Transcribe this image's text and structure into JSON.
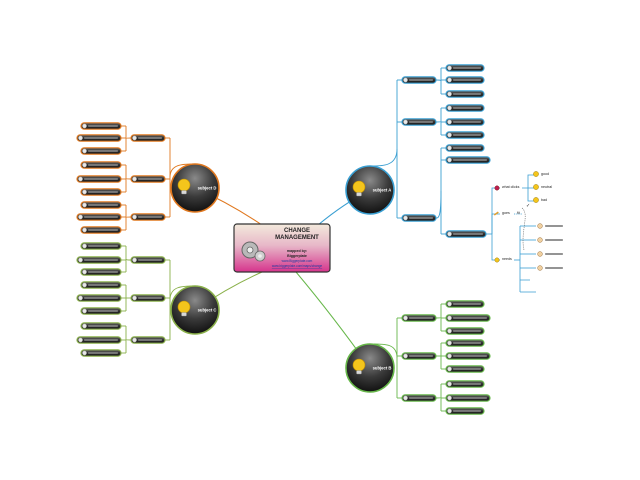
{
  "central": {
    "title_line1": "CHANGE",
    "title_line2": "MANAGEMENT",
    "sub_line1": "mapped by:",
    "sub_line2": "Biggerplate",
    "sub_line3": "www.Biggerplate.com",
    "sub_line4": "www.biggerplate.com/maps/change",
    "icon": "gears-icon",
    "gradient_top": "#f3eadc",
    "gradient_bottom": "#d6348c"
  },
  "subjects": [
    {
      "id": "A",
      "label": "subject A",
      "color": "#3a9fd2"
    },
    {
      "id": "B",
      "label": "subject B",
      "color": "#67b74a"
    },
    {
      "id": "C",
      "label": "subject C",
      "color": "#8ab04a"
    },
    {
      "id": "D",
      "label": "subject D",
      "color": "#e0781f"
    }
  ],
  "detail": {
    "what_clicks": "what clicks",
    "good": "good",
    "neutral": "neutral",
    "bad": "bad",
    "goes": "goes",
    "fit": "fit",
    "needs": "needs",
    "tick": "✓",
    "bullet_labels": [
      "—",
      "—",
      "—",
      "—"
    ]
  },
  "colors": {
    "pill_dark": "#3a3a3a",
    "disc_top": "#8a8a8a",
    "disc_bottom": "#111111",
    "bulb": "#f4c51c"
  }
}
